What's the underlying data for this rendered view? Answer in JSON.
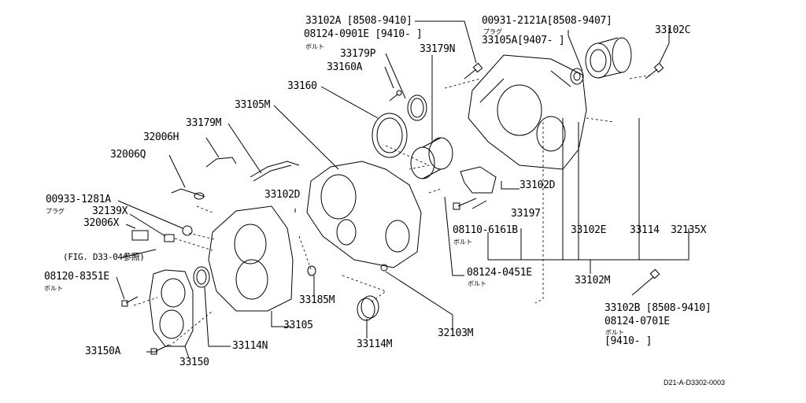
{
  "diagram": {
    "type": "exploded-parts-diagram",
    "drawing_code": "D21-A-D3302-0003",
    "part_labels": {
      "p33102A": "33102A [8508-9410]",
      "p08124_0901E": "08124-0901E [9410-     ]",
      "p08124_0901E_sub": "ボルト",
      "p00931": "00931-2121A[8508-9407]",
      "p00931_sub": "プラグ",
      "p33105A": "33105A[9407-      ]",
      "p33102C": "33102C",
      "p33179P": "33179P",
      "p33160A_top": "33160A",
      "p33179N": "33179N",
      "p33160": "33160",
      "p33105M": "33105M",
      "p33179M": "33179M",
      "p32006H": "32006H",
      "p32006Q": "32006Q",
      "p33102D_left": "33102D",
      "p33102D_right": "33102D",
      "p00933": "00933-1281A",
      "p00933_sub": "プラグ",
      "p32139X": "32139X",
      "p32006X": "32006X",
      "fig_ref": "(FIG. D33-04参照)",
      "p08120": "08120-8351E",
      "p08120_sub": "ボルト",
      "p33197": "33197",
      "p08110": "08110-6161B",
      "p08110_sub": "ボルト",
      "p33102E": "33102E",
      "p33114": "33114",
      "p32135X": "32135X",
      "p08124_0451E": "08124-0451E",
      "p08124_0451E_sub": "ボルト",
      "p33102M": "33102M",
      "p33185M": "33185M",
      "p33105": "33105",
      "p33114N": "33114N",
      "p33114M": "33114M",
      "p32103M": "32103M",
      "p33150A": "33150A",
      "p33150": "33150",
      "p33102B": "33102B [8508-9410]",
      "p08124_0701E": "08124-0701E",
      "p08124_0701E_sub": "ボルト",
      "p08124_0701E_range": "[9410-      ]"
    }
  }
}
